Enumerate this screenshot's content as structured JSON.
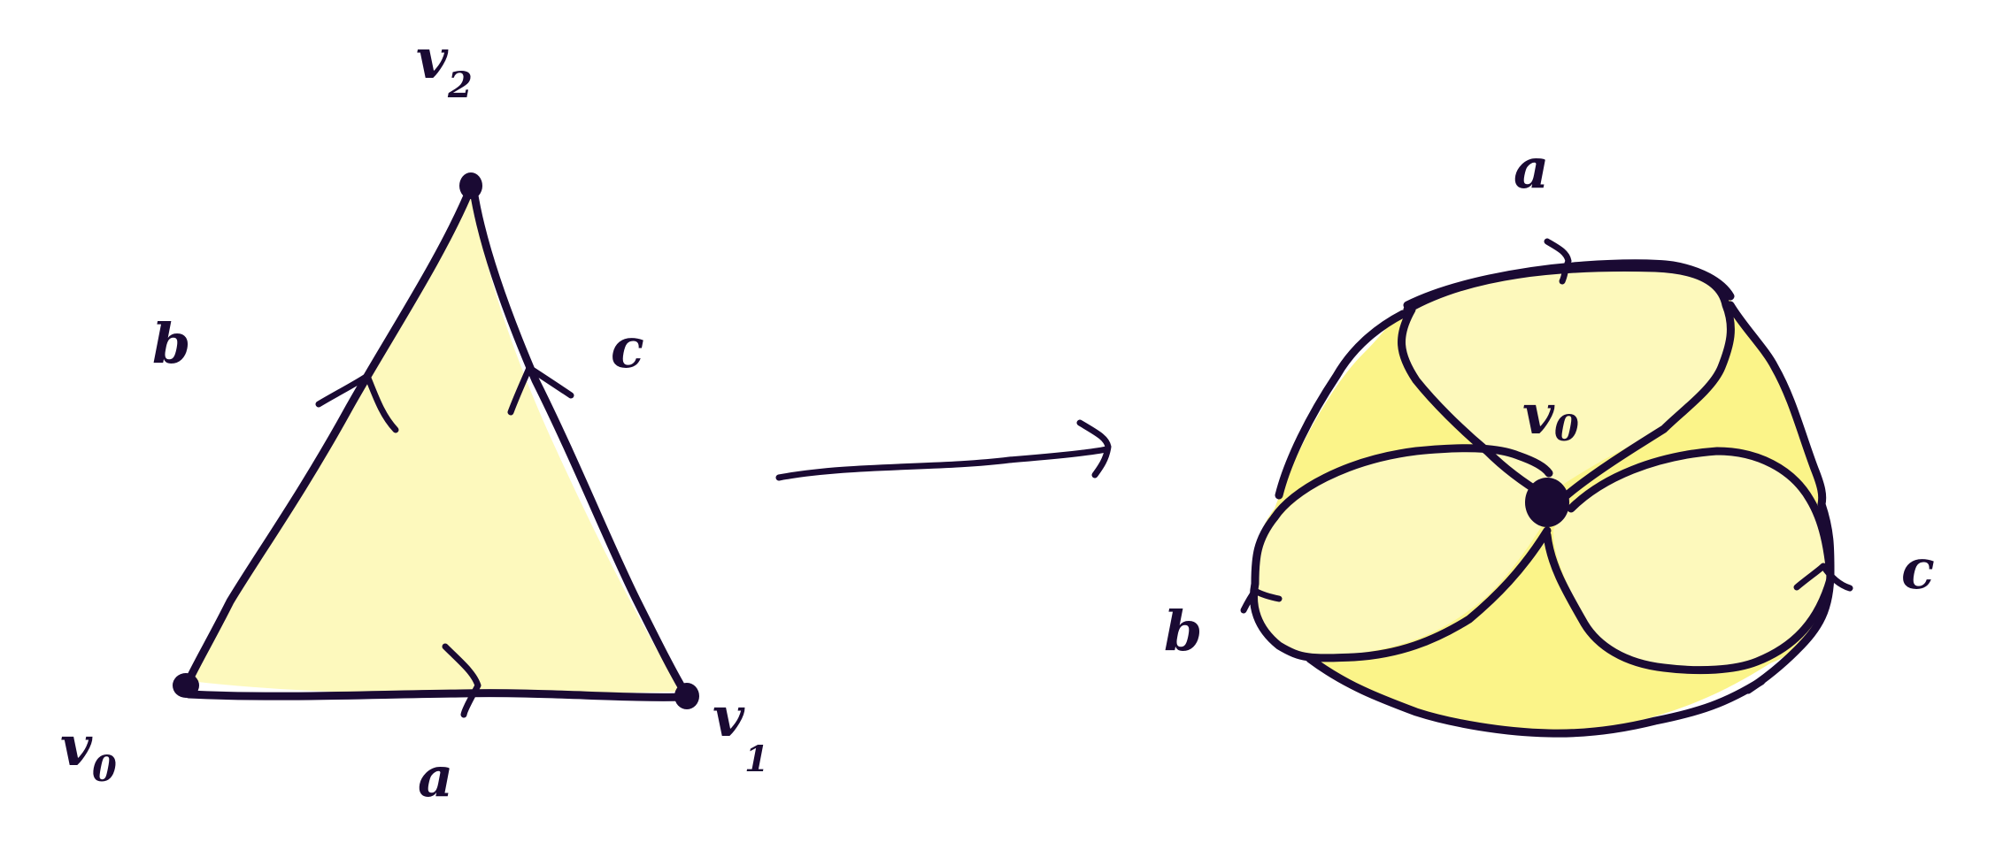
{
  "colors": {
    "ink": "#1a0a33",
    "face_light": "#fdf9bc",
    "face_mid": "#fbf49a",
    "face_strong": "#f9ef6e",
    "background": "#ffffff"
  },
  "triangle": {
    "vertices": [
      {
        "letter": "v",
        "index": "0"
      },
      {
        "letter": "v",
        "index": "1"
      },
      {
        "letter": "v",
        "index": "2"
      }
    ],
    "edges": {
      "bottom": "a",
      "left": "b",
      "right": "c"
    }
  },
  "polyhedron": {
    "vertex": {
      "letter": "v",
      "index": "0"
    },
    "edges": {
      "top": "a",
      "left": "b",
      "right": "c"
    }
  },
  "arrow": {
    "meaning": "maps-to"
  }
}
